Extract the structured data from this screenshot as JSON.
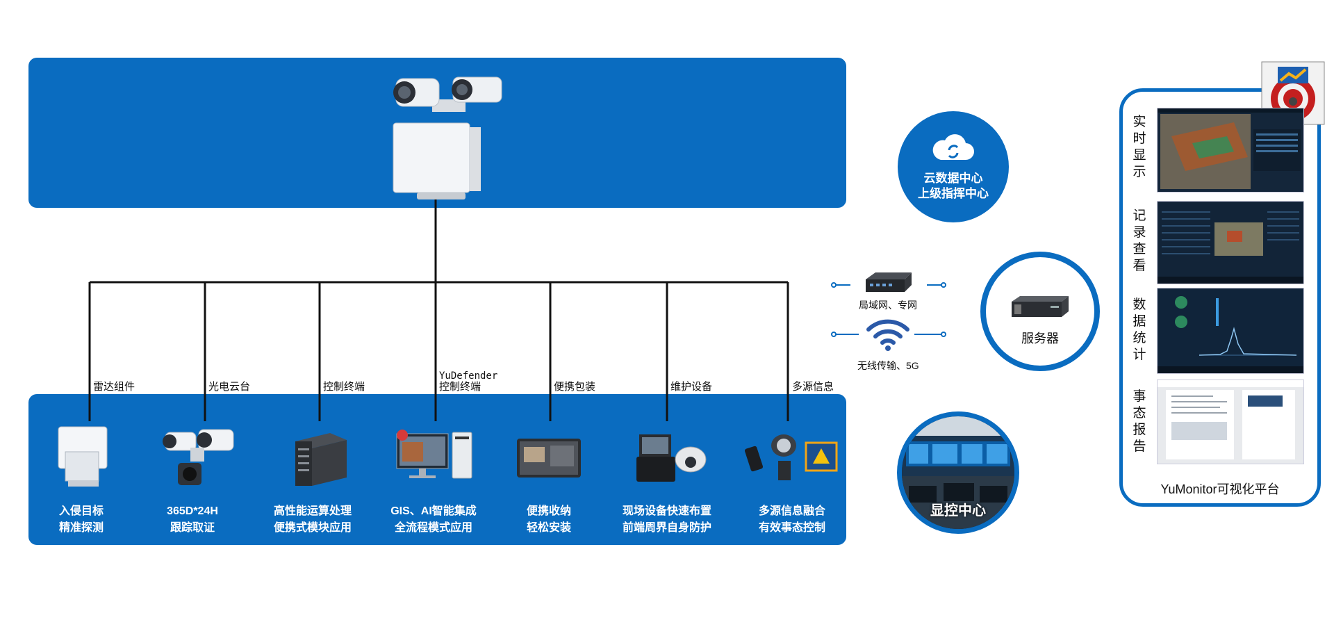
{
  "colors": {
    "brand_blue": "#0a6cc0",
    "line": "#111111"
  },
  "branches": [
    {
      "label": "雷达组件",
      "caption1": "入侵目标",
      "caption2": "精准探测",
      "icon": "radar-unit-icon"
    },
    {
      "label": "光电云台",
      "caption1": "365D*24H",
      "caption2": "跟踪取证",
      "icon": "ptz-camera-icon"
    },
    {
      "label": "控制终端",
      "caption1": "高性能运算处理",
      "caption2": "便携式模块应用",
      "icon": "embedded-computer-icon"
    },
    {
      "label_line1": "YuDefender",
      "label_line2": "控制终端",
      "caption1": "GIS、AI智能集成",
      "caption2": "全流程模式应用",
      "icon": "workstation-icon"
    },
    {
      "label": "便携包装",
      "caption1": "便携收纳",
      "caption2": "轻松安装",
      "icon": "portable-case-icon"
    },
    {
      "label": "维护设备",
      "caption1": "现场设备快速布置",
      "caption2": "前端周界自身防护",
      "icon": "maintenance-kit-icon"
    },
    {
      "label": "多源信息",
      "caption1": "多源信息融合",
      "caption2": "有效事态控制",
      "icon": "multi-source-icon"
    }
  ],
  "cloud": {
    "line1": "云数据中心",
    "line2": "上级指挥中心",
    "icon": "cloud-sync-icon"
  },
  "network": {
    "lan_label": "局域网、专网",
    "wireless_label": "无线传输、5G"
  },
  "server": {
    "label": "服务器",
    "icon": "server-rack-icon"
  },
  "display_center": {
    "label": "显控中心"
  },
  "platform": {
    "title": "YuMonitor可视化平台",
    "logo": "yumonitor-logo-icon",
    "sections": [
      {
        "label": "实时显示"
      },
      {
        "label": "记录查看"
      },
      {
        "label": "数据统计"
      },
      {
        "label": "事态报告"
      }
    ]
  }
}
